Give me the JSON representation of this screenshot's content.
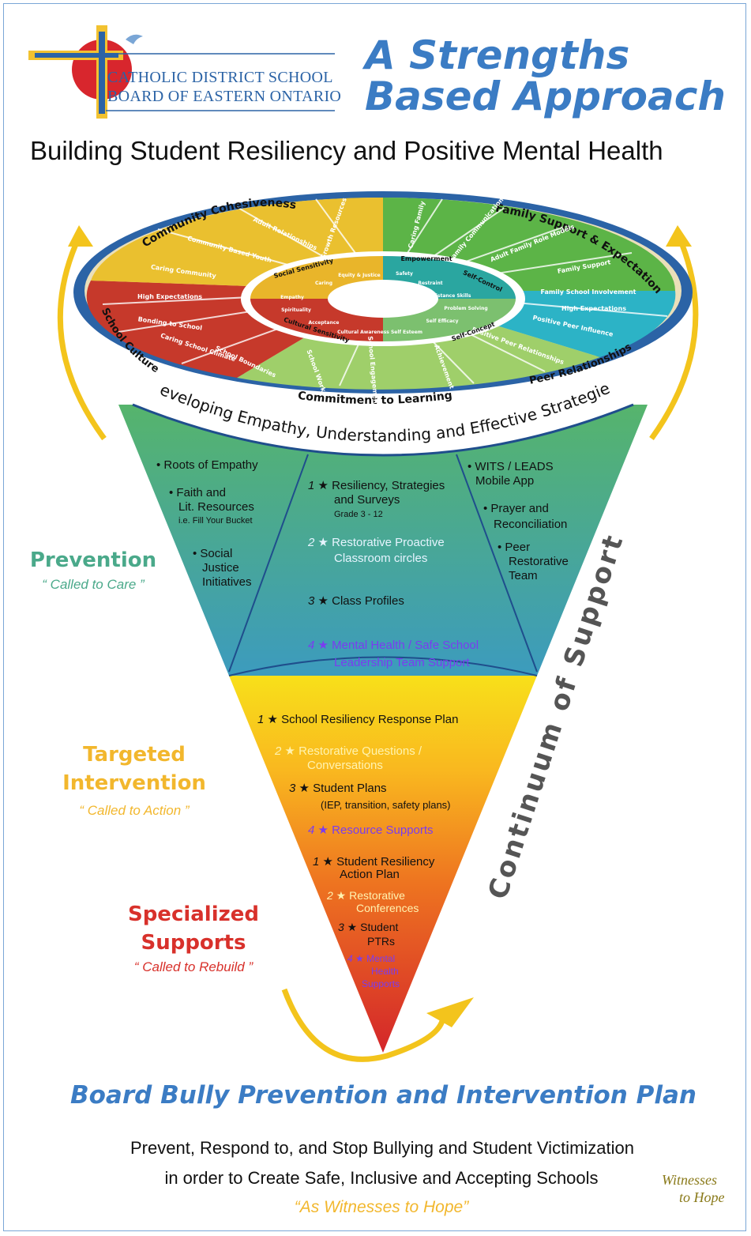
{
  "header": {
    "logo_line1": "CATHOLIC DISTRICT SCHOOL",
    "logo_line2": "BOARD OF EASTERN ONTARIO",
    "title_line1": "A Strengths",
    "title_line2": "Based Approach",
    "subtitle": "Building Student Resiliency and Positive Mental Health"
  },
  "wheel": {
    "outer_labels": [
      "Community Cohesiveness",
      "Family Support & Expectation",
      "Peer Relationships",
      "Commitment to Learning",
      "School Culture"
    ],
    "segments": [
      "Growth Resources",
      "Adult Relationships",
      "Community Based Youth",
      "Caring Community",
      "High Expectations",
      "Bonding to School",
      "Caring School Climate",
      "School Boundaries",
      "School Work",
      "School Engagement",
      "Achievement",
      "Positive Peer Relationships",
      "Positive Peer Influence",
      "High Expectations",
      "Family School Involvement",
      "Family Support",
      "Adult Family Role Models",
      "Family Communication",
      "Caring Family"
    ],
    "inner_labels": [
      "Social Sensitivity",
      "Empowerment",
      "Self-Control",
      "Self-Concept",
      "Cultural Sensitivity"
    ],
    "inner_items": [
      "Equity & Justice",
      "Caring",
      "Empathy",
      "Spirituality",
      "Acceptance",
      "Cultural Awareness",
      "Safety",
      "Restraint",
      "Resistance Skills",
      "Problem Solving",
      "Self Efficacy",
      "Self Esteem"
    ],
    "band_text": "Developing Empathy, Understanding and Effective Strategies"
  },
  "prevention": {
    "name": "Prevention",
    "tag": "“ Called to Care ”",
    "left": [
      "Roots of Empathy",
      "Faith and",
      "Lit. Resources",
      "i.e. Fill Your Bucket",
      "Social",
      "Justice",
      "Initiatives"
    ],
    "center": [
      {
        "n": "1",
        "a": "Resiliency, Strategies",
        "b": "and Surveys",
        "c": "Grade 3 - 12"
      },
      {
        "n": "2",
        "a": "Restorative Proactive",
        "b": "Classroom circles"
      },
      {
        "n": "3",
        "a": "Class Profiles"
      },
      {
        "n": "4",
        "a": "Mental Health / Safe School",
        "b": "Leadership Team Support"
      }
    ],
    "right": [
      "WITS / LEADS",
      "Mobile App",
      "Prayer and",
      "Reconciliation",
      "Peer",
      "Restorative",
      "Team"
    ]
  },
  "targeted": {
    "name_line1": "Targeted",
    "name_line2": "Intervention",
    "tag": "“ Called to Action ”",
    "items": [
      {
        "n": "1",
        "a": "School Resiliency Response Plan"
      },
      {
        "n": "2",
        "a": "Restorative Questions /",
        "b": "Conversations"
      },
      {
        "n": "3",
        "a": "Student Plans",
        "b": "(IEP, transition, safety plans)"
      },
      {
        "n": "4",
        "a": "Resource Supports"
      }
    ]
  },
  "specialized": {
    "name_line1": "Specialized",
    "name_line2": "Supports",
    "tag": "“ Called to Rebuild ”",
    "items": [
      {
        "n": "1",
        "a": "Student Resiliency",
        "b": "Action Plan"
      },
      {
        "n": "2",
        "a": "Restorative",
        "b": "Conferences"
      },
      {
        "n": "3",
        "a": "Student",
        "b": "PTRs"
      },
      {
        "n": "4",
        "a": "Mental",
        "b": "Health",
        "c": "Supports"
      }
    ]
  },
  "continuum": "Continuum of Support",
  "footer": {
    "title": "Board Bully Prevention and Intervention Plan",
    "line1": "Prevent, Respond to, and Stop Bullying and Student Victimization",
    "line2": "in order to Create Safe, Inclusive and Accepting Schools",
    "quote": "“As Witnesses to Hope”",
    "logo_line1": "Witnesses",
    "logo_line2": "to Hope"
  },
  "colors": {
    "accent_blue": "#3b7cc4",
    "prevention_green": "#4aa98a",
    "targeted_yellow": "#f2b72d",
    "specialized_red": "#d8312b",
    "purple": "#7a3cf0"
  }
}
